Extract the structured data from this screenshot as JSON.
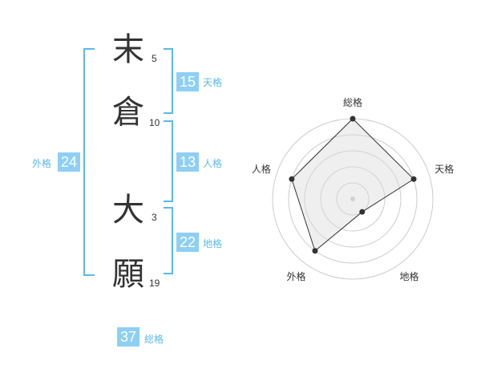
{
  "name": {
    "chars": [
      {
        "char": "末",
        "strokes": "5"
      },
      {
        "char": "倉",
        "strokes": "10"
      },
      {
        "char": "大",
        "strokes": "3"
      },
      {
        "char": "願",
        "strokes": "19"
      }
    ]
  },
  "kaku": {
    "tenkaku": {
      "label": "天格",
      "value": "15"
    },
    "jinkaku": {
      "label": "人格",
      "value": "13"
    },
    "chikaku": {
      "label": "地格",
      "value": "22"
    },
    "gaikaku": {
      "label": "外格",
      "value": "24"
    },
    "soukaku": {
      "label": "総格",
      "value": "37"
    }
  },
  "colors": {
    "accent": "#5bb8ee",
    "badge": "#8ecff5",
    "text": "#333333"
  },
  "chart_data": {
    "type": "radar",
    "axes": [
      "総格",
      "天格",
      "地格",
      "外格",
      "人格"
    ],
    "values": [
      5,
      4,
      1,
      4,
      4
    ],
    "rmax": 5,
    "rings": 5
  }
}
